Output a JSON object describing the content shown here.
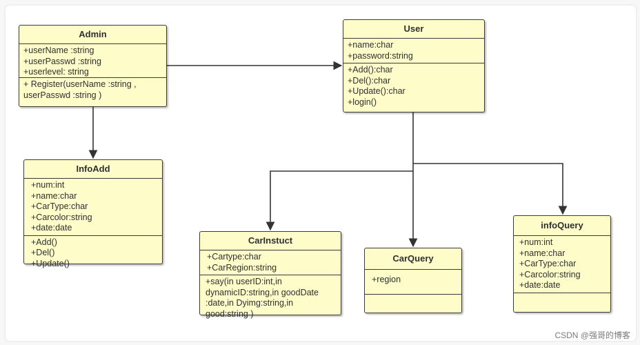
{
  "classes": {
    "admin": {
      "name": "Admin",
      "attributes": [
        "+userName :string",
        "+userPasswd :string",
        "+userlevel: string"
      ],
      "operations": [
        "+ Register(userName :string , userPasswd :string )"
      ]
    },
    "user": {
      "name": "User",
      "attributes": [
        "+name:char",
        "+password:string"
      ],
      "operations": [
        "+Add():char",
        "+Del():char",
        "+Update():char",
        "+login()"
      ]
    },
    "infoadd": {
      "name": "InfoAdd",
      "attributes": [
        "+num:int",
        "+name:char",
        "+CarType:char",
        "+Carcolor:string",
        "+date:date"
      ],
      "operations": [
        "+Add()",
        "+Del()",
        "+Update()"
      ]
    },
    "carinstuct": {
      "name": "CarInstuct",
      "attributes": [
        "+Cartype:char",
        "+CarRegion:string"
      ],
      "operations": [
        "+say(in userID:int,in dynamicID:string,in goodDate :date,in Dyimg:string,in good:string )"
      ]
    },
    "carquery": {
      "name": "CarQuery",
      "attributes": [
        "+region"
      ],
      "operations": []
    },
    "infoquery": {
      "name": "infoQuery",
      "attributes": [
        "+num:int",
        "+name:char",
        "+CarType:char",
        "+Carcolor:string",
        "+date:date"
      ],
      "operations": []
    }
  },
  "watermark": "CSDN @强哥的博客",
  "colors": {
    "class_fill": "#fefdca",
    "border": "#3a3a3a",
    "wire": "#333333"
  }
}
